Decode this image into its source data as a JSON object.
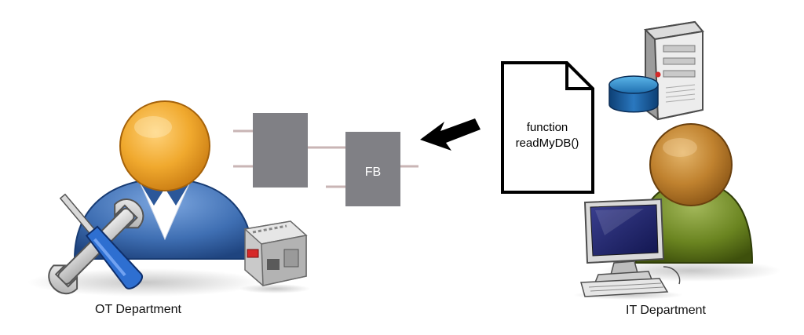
{
  "left_actor": {
    "caption": "OT Department",
    "person_icon": "ot-person-icon",
    "tool_icon": "wrench-screwdriver-icon",
    "device_icon": "plc-device-icon"
  },
  "right_actor": {
    "caption": "IT Department",
    "person_icon": "it-person-icon",
    "server_icon": "server-icon",
    "database_icon": "database-icon",
    "computer_icon": "computer-icon"
  },
  "function_block": {
    "label": "FB"
  },
  "document": {
    "line1": "function",
    "line2": "readMyDB()",
    "icon": "document-icon"
  },
  "arrow": {
    "icon": "arrow-left-icon"
  },
  "colors": {
    "block_gray": "#808085",
    "pin_color": "#c9b5b5",
    "ot_body_blue": "#3f6fb3",
    "ot_head_orange": "#e39b25",
    "it_body_olive": "#5d7318",
    "it_head_brown": "#b8762a"
  }
}
